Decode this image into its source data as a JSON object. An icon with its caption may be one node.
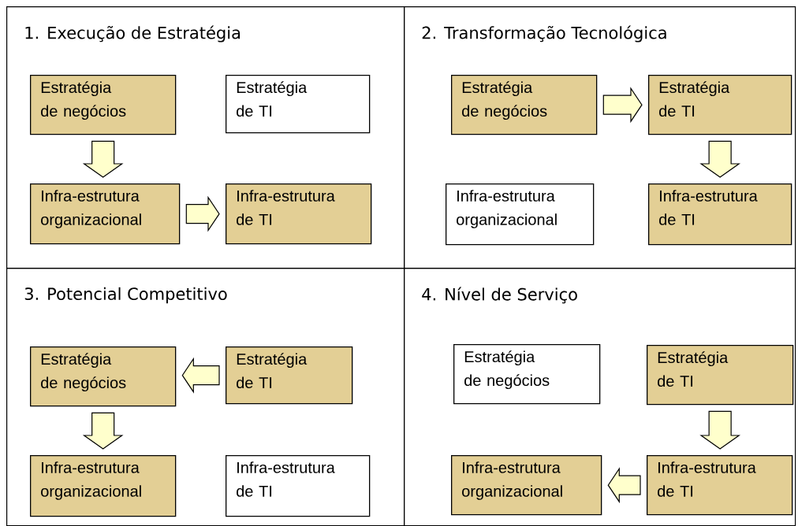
{
  "diagram": {
    "nodes": [
      {
        "text": [
          "1. Execução de Estratégia"
        ]
      },
      {
        "text": [
          "Estratégia de negócios"
        ],
        "in": 0
      },
      {
        "text": [
          "Estratégia de TI"
        ],
        "in": 0
      },
      {
        "text": [
          "Infra-estrutura organizacional"
        ],
        "in": 0
      },
      {
        "text": [
          "Infra-estrutura de TI"
        ],
        "in": 0
      },
      {
        "text": [
          "2. Transformação Tecnológica"
        ]
      },
      {
        "text": [
          "Estratégia de negócios"
        ],
        "in": 5
      },
      {
        "text": [
          "Estratégia de TI"
        ],
        "in": 5
      },
      {
        "text": [
          "Infra-estrutura organizacional"
        ],
        "in": 5
      },
      {
        "text": [
          "Infra-estrutura de TI"
        ],
        "in": 5
      },
      {
        "text": [
          "3. Potencial Competitivo"
        ]
      },
      {
        "text": [
          "Estratégia de negócios"
        ],
        "in": 10
      },
      {
        "text": [
          "Estratégia de TI"
        ],
        "in": 10
      },
      {
        "text": [
          "Infra-estrutura organizacional"
        ],
        "in": 10
      },
      {
        "text": [
          "Infra-estrutura de TI"
        ],
        "in": 10
      },
      {
        "text": [
          "4. Nível de Serviço"
        ]
      },
      {
        "text": [
          "Estratégia de negócios"
        ],
        "in": 15
      },
      {
        "text": [
          "Estratégia de TI"
        ],
        "in": 15
      },
      {
        "text": [
          "Infra-estrutura organizacional"
        ],
        "in": 15
      },
      {
        "text": [
          "Infra-estrutura de TI"
        ],
        "in": 15
      }
    ],
    "edges": [
      {
        "from": 1,
        "to": 3,
        "arrow": "to"
      },
      {
        "from": 3,
        "to": 4,
        "arrow": "to"
      },
      {
        "from": 6,
        "to": 7,
        "arrow": "to"
      },
      {
        "from": 7,
        "to": 9,
        "arrow": "to"
      },
      {
        "from": 12,
        "to": 11,
        "arrow": "to"
      },
      {
        "from": 11,
        "to": 13,
        "arrow": "to"
      },
      {
        "from": 17,
        "to": 19,
        "arrow": "to"
      },
      {
        "from": 19,
        "to": 18,
        "arrow": "to"
      }
    ]
  }
}
